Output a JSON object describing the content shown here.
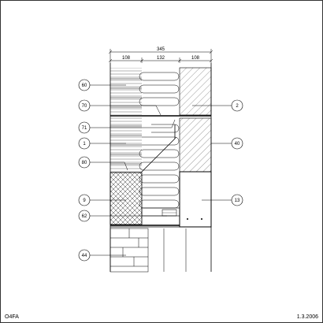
{
  "drawing": {
    "code": "O4FA",
    "date": "1.3.2006"
  },
  "dimensions": {
    "total": "345",
    "segments": [
      "108",
      "132",
      "108"
    ]
  },
  "callouts": [
    {
      "id": "callout-60",
      "text": "60"
    },
    {
      "id": "callout-70",
      "text": "70"
    },
    {
      "id": "callout-71",
      "text": "71"
    },
    {
      "id": "callout-1",
      "text": "1"
    },
    {
      "id": "callout-80",
      "text": "80"
    },
    {
      "id": "callout-9",
      "text": "9"
    },
    {
      "id": "callout-62",
      "text": "62"
    },
    {
      "id": "callout-44",
      "text": "44"
    },
    {
      "id": "callout-2",
      "text": "2"
    },
    {
      "id": "callout-40",
      "text": "40"
    },
    {
      "id": "callout-13",
      "text": "13"
    }
  ]
}
